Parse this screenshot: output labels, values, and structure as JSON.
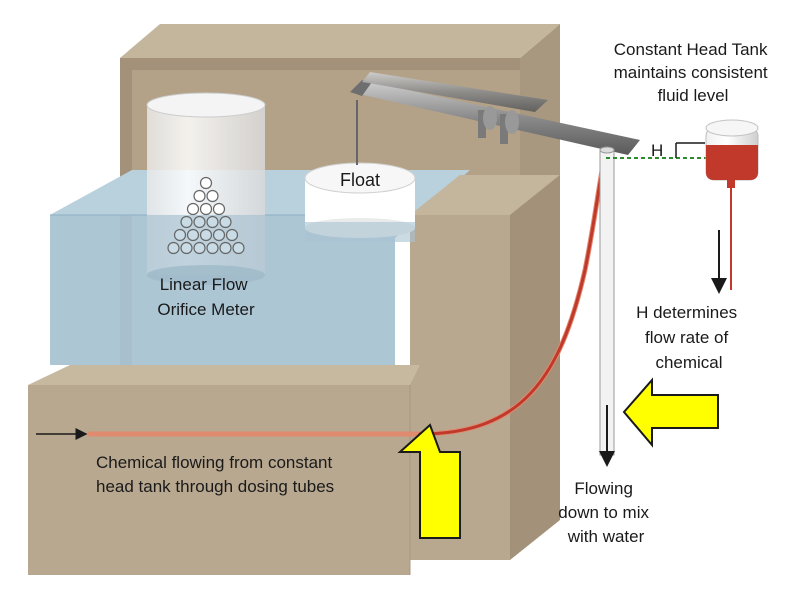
{
  "labels": {
    "constant_head_tank": [
      "Constant Head Tank",
      "maintains consistent",
      "fluid level"
    ],
    "h_marker": "H",
    "float": "Float",
    "orifice_meter": [
      "Linear Flow",
      "Orifice Meter"
    ],
    "h_determines": [
      "H determines",
      "flow rate of",
      "chemical"
    ],
    "chemical_flowing": [
      "Chemical flowing from constant",
      "head tank through dosing tubes"
    ],
    "flowing_down": [
      "Flowing",
      "down to mix",
      "with water"
    ]
  },
  "colors": {
    "concrete": "#b8a88f",
    "concrete_dark": "#a39279",
    "water": "#a9c3d2",
    "chemical": "#c0392b",
    "dosing_tube": "#e08a6f",
    "arrow_fill": "#ffff00",
    "level_line": "#2e8b2e"
  }
}
